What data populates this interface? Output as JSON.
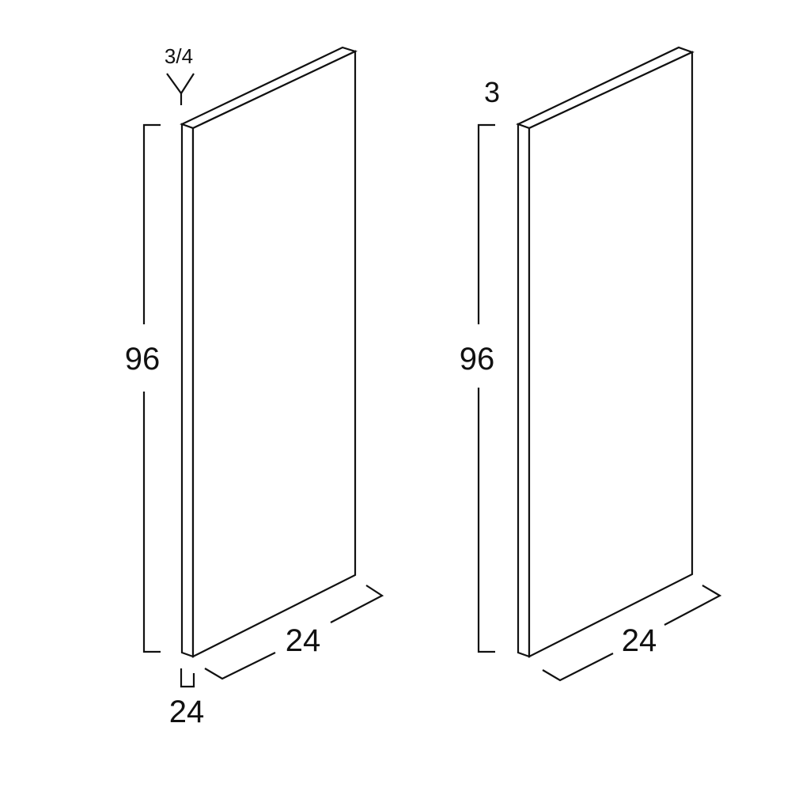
{
  "left_panel": {
    "thickness_label": "3/4",
    "height_label": "96",
    "width_label": "24",
    "depth_label": "24"
  },
  "right_panel": {
    "thickness_label": "3",
    "height_label": "96",
    "width_label": "24"
  },
  "colors": {
    "line": "#111111",
    "background": "#ffffff"
  }
}
